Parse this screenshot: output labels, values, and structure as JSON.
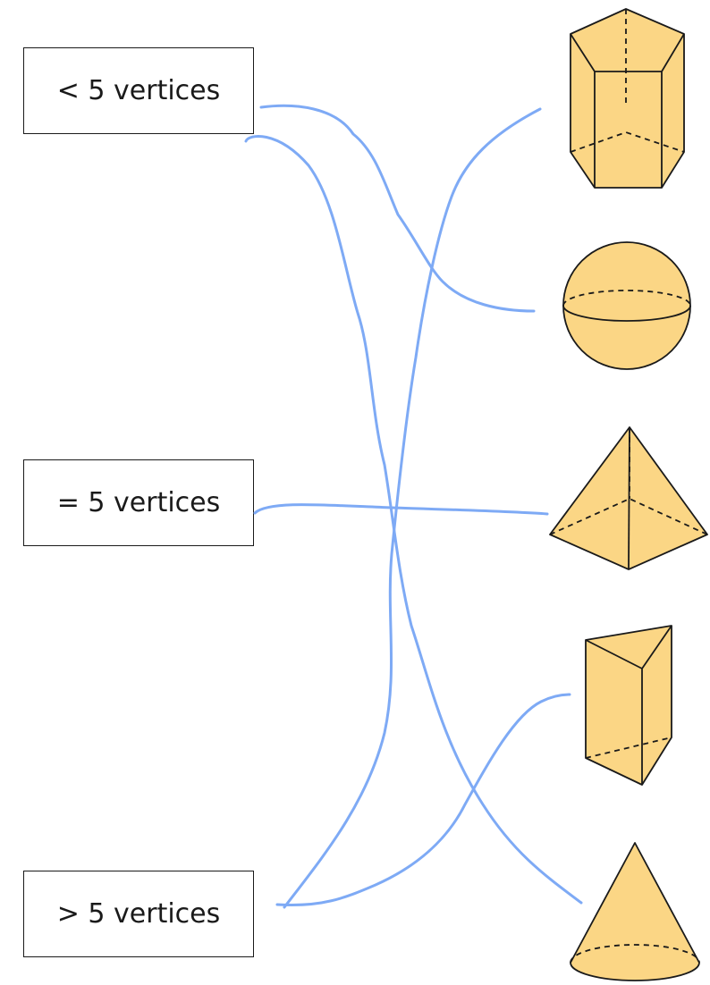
{
  "labels": {
    "less_than_5": "< 5 vertices",
    "equal_5": "= 5 vertices",
    "greater_than_5": "> 5 vertices"
  },
  "shapes": [
    {
      "id": "pentagonal-prism",
      "icon": "pentagonal-prism-icon"
    },
    {
      "id": "sphere",
      "icon": "sphere-icon"
    },
    {
      "id": "square-pyramid",
      "icon": "square-pyramid-icon"
    },
    {
      "id": "triangular-prism",
      "icon": "triangular-prism-icon"
    },
    {
      "id": "cone",
      "icon": "cone-icon"
    }
  ],
  "matches": [
    {
      "from": "< 5 vertices",
      "to": "sphere"
    },
    {
      "from": "< 5 vertices",
      "to": "cone"
    },
    {
      "from": "= 5 vertices",
      "to": "square-pyramid"
    },
    {
      "from": "> 5 vertices",
      "to": "pentagonal-prism"
    },
    {
      "from": "> 5 vertices",
      "to": "triangular-prism"
    }
  ],
  "colors": {
    "shape_fill": "#fbd685",
    "outline": "#1a1a1a",
    "ink": "#7eaaf5",
    "background": "#ffffff"
  }
}
